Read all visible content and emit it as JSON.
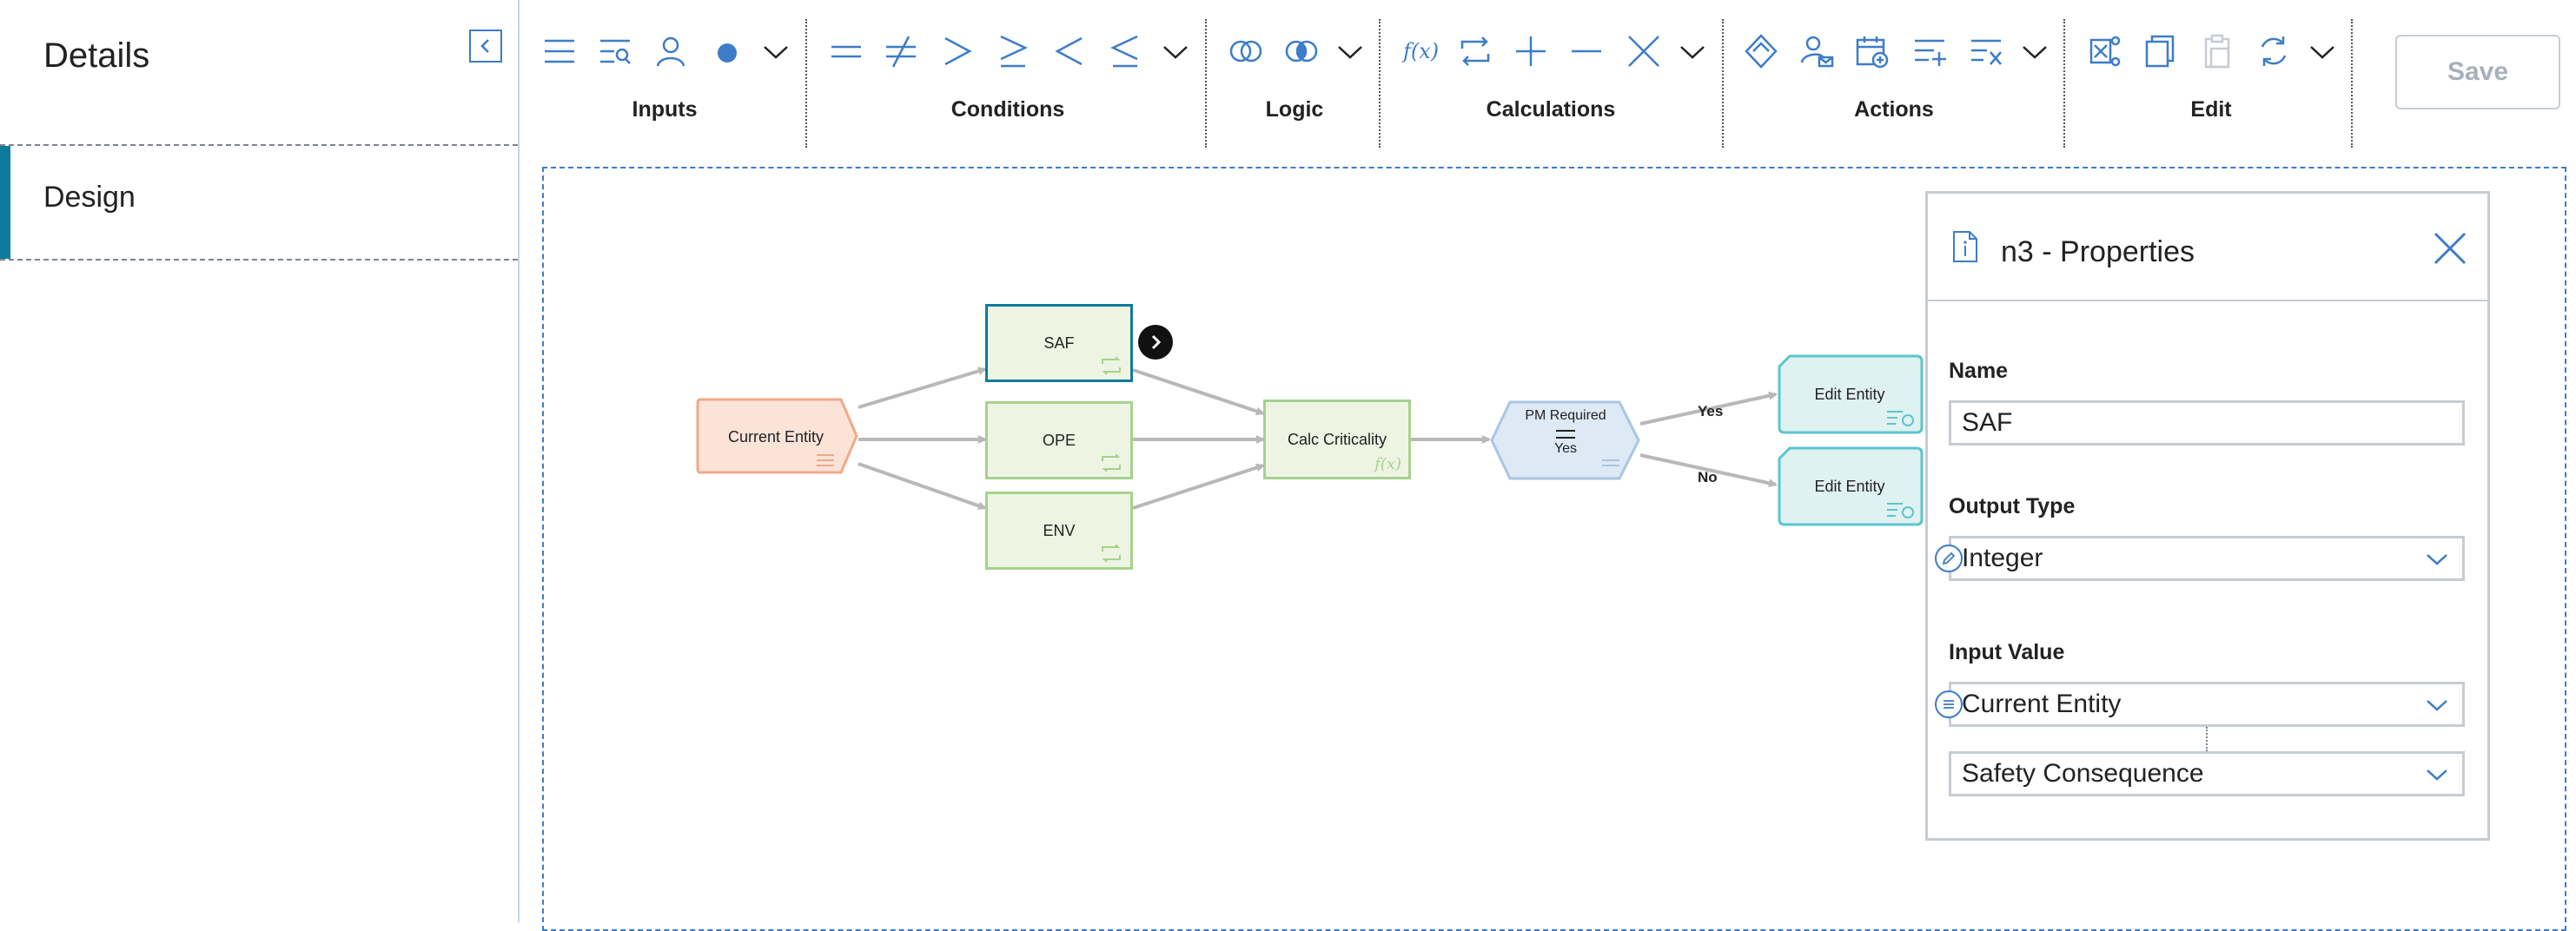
{
  "left_panel": {
    "title": "Details",
    "items": [
      {
        "label": "Design",
        "active": true
      }
    ]
  },
  "toolbar": {
    "groups": [
      {
        "label": "Inputs",
        "icons": [
          "list-icon",
          "search-list-icon",
          "user-icon",
          "filled-circle-icon",
          "chevron-down-icon"
        ]
      },
      {
        "label": "Conditions",
        "icons": [
          "equals-icon",
          "not-equals-icon",
          "greater-than-icon",
          "greater-equal-icon",
          "less-than-icon",
          "less-equal-icon",
          "chevron-down-icon"
        ]
      },
      {
        "label": "Logic",
        "icons": [
          "or-circles-icon",
          "and-circles-icon",
          "chevron-down-icon"
        ]
      },
      {
        "label": "Calculations",
        "icons": [
          "function-icon",
          "repeat-icon",
          "plus-icon",
          "minus-icon",
          "multiply-icon",
          "chevron-down-icon"
        ]
      },
      {
        "label": "Actions",
        "icons": [
          "diamond-icon",
          "user-mail-icon",
          "calendar-add-icon",
          "list-add-icon",
          "list-remove-icon",
          "chevron-down-icon"
        ]
      },
      {
        "label": "Edit",
        "icons": [
          "delete-node-icon",
          "copy-icon",
          "paste-icon",
          "refresh-icon",
          "chevron-down-icon"
        ]
      }
    ],
    "save_label": "Save"
  },
  "diagram": {
    "nodes": {
      "current_entity": "Current Entity",
      "saf": "SAF",
      "ope": "OPE",
      "env": "ENV",
      "calc": "Calc Criticality",
      "calc_fx": "f(x)",
      "pm_required": "PM Required",
      "pm_value": "Yes",
      "edit1": "Edit Entity",
      "edit2": "Edit Entity"
    },
    "edges": {
      "yes": "Yes",
      "no": "No"
    }
  },
  "properties": {
    "title": "n3 - Properties",
    "name_label": "Name",
    "name_value": "SAF",
    "output_type_label": "Output Type",
    "output_type_value": "Integer",
    "input_value_label": "Input Value",
    "input_value_1": "Current Entity",
    "input_value_2": "Safety Consequence"
  },
  "colors": {
    "accent": "#3d7cc9",
    "teal": "#0f7b9c",
    "green_border": "#a5d38d",
    "green_fill": "#eef4e2",
    "orange_border": "#f0a988",
    "orange_fill": "#fbe3d8",
    "blue_fill": "#dde9f5",
    "cyan_border": "#5cc5cc",
    "cyan_fill": "#dff1f1"
  }
}
